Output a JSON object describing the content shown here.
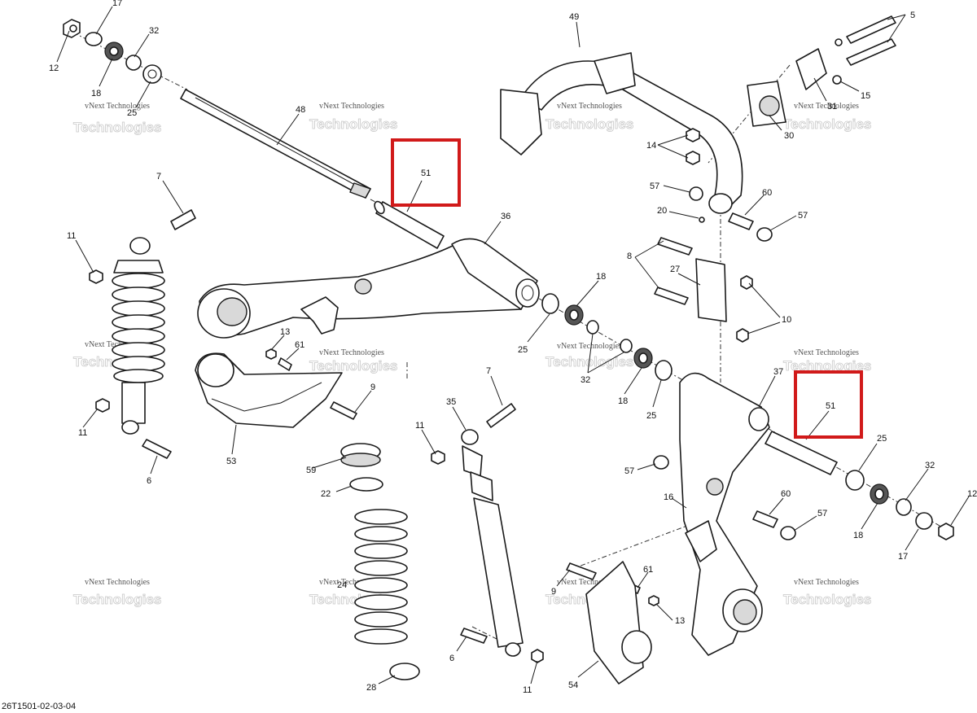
{
  "diagram": {
    "reference_code": "26T1501-02-03-04",
    "watermark": {
      "line1": "vNext Technologies",
      "line2": "Technologies"
    },
    "callouts": {
      "c1": "17",
      "c2": "12",
      "c3": "18",
      "c4": "32",
      "c5": "25",
      "c6": "48",
      "c7": "51",
      "c8": "49",
      "c9": "5",
      "c10": "31",
      "c11": "15",
      "c12": "30",
      "c13": "14",
      "c14": "57",
      "c15": "60",
      "c16": "20",
      "c17": "57",
      "c18": "7",
      "c19": "11",
      "c20": "36",
      "c21": "8",
      "c22": "27",
      "c23": "10",
      "c24": "18",
      "c25": "25",
      "c26": "32",
      "c27": "13",
      "c28": "61",
      "c29": "9",
      "c30": "11",
      "c31": "53",
      "c32": "6",
      "c33": "7",
      "c34": "35",
      "c35": "37",
      "c36": "51",
      "c37": "18",
      "c38": "25",
      "c39": "25",
      "c40": "11",
      "c41": "57",
      "c42": "32",
      "c43": "12",
      "c44": "16",
      "c45": "60",
      "c46": "57",
      "c47": "59",
      "c48": "22",
      "c49": "18",
      "c50": "17",
      "c51": "24",
      "c52": "61",
      "c53": "9",
      "c54": "13",
      "c55": "6",
      "c56": "28",
      "c57": "11",
      "c58": "54"
    },
    "highlighted_parts": [
      "51"
    ],
    "highlight_color": "#d11a1a"
  }
}
